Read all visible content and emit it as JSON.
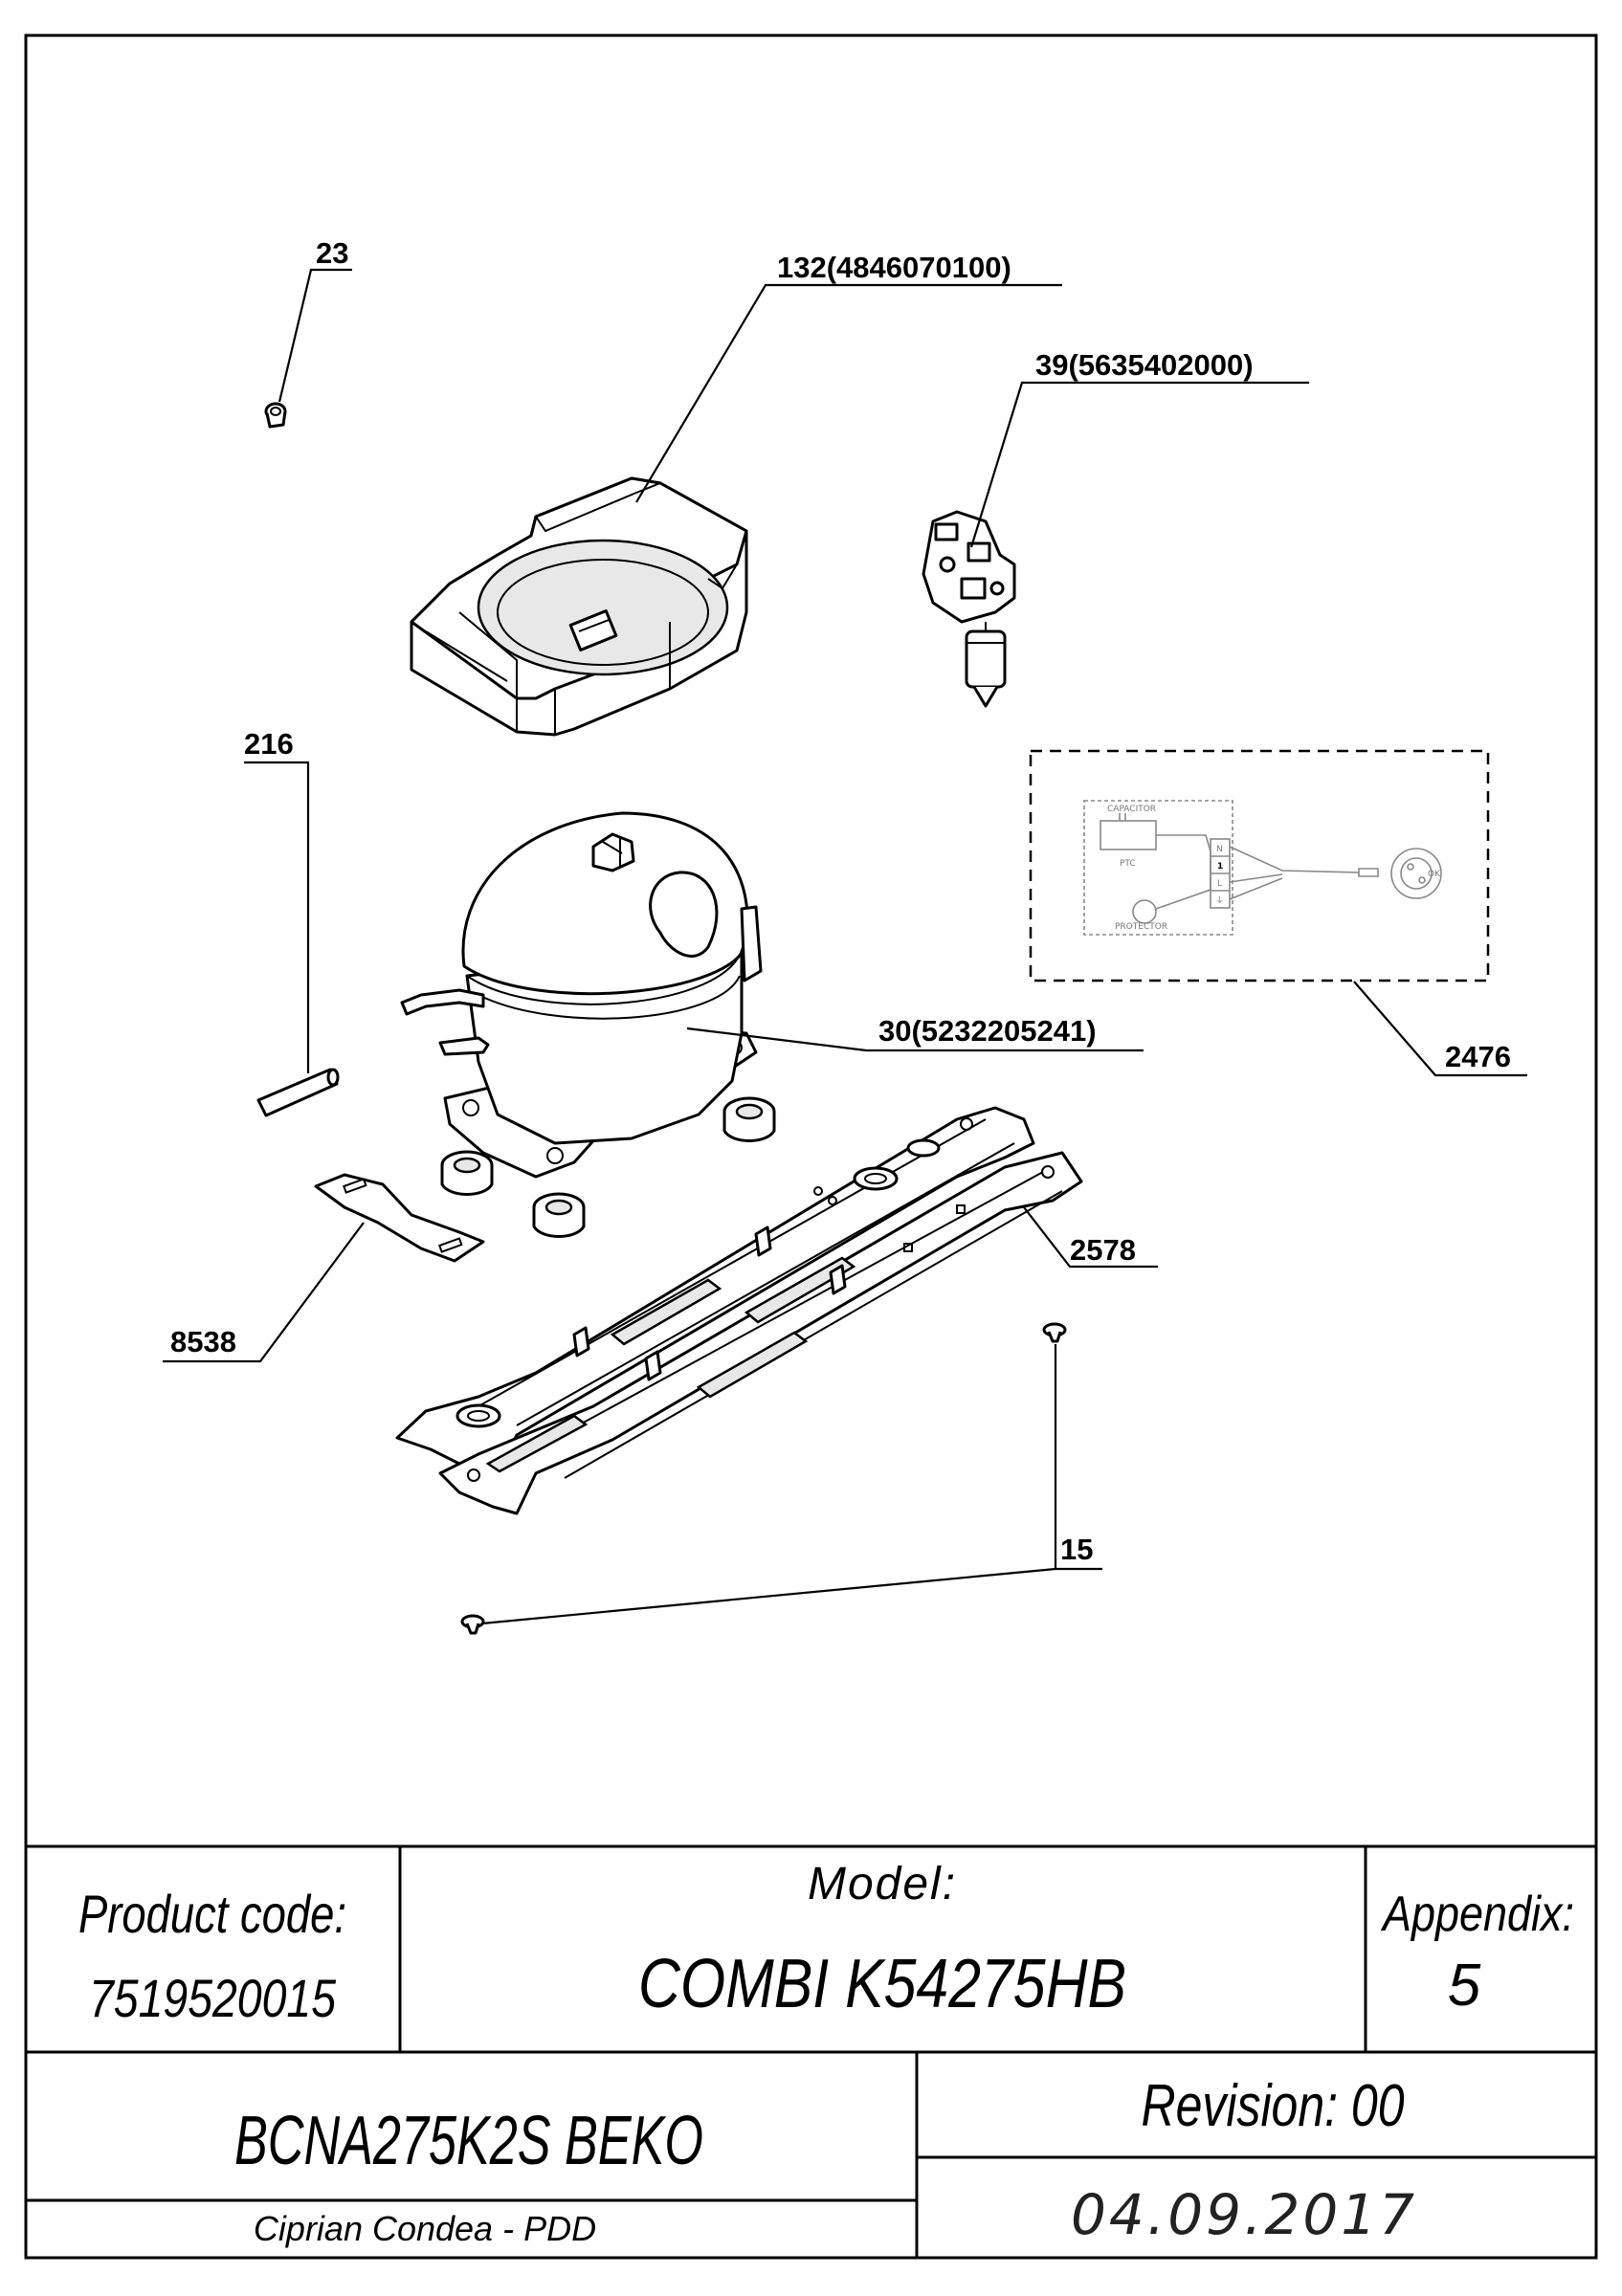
{
  "callouts": {
    "p23": "23",
    "p132": "132(4846070100)",
    "p39": "39(5635402000)",
    "p216": "216",
    "p2476": "2476",
    "p30": "30(5232205241)",
    "p2578": "2578",
    "p8538": "8538",
    "p15": "15"
  },
  "schematic": {
    "capacitor": "CAPACITOR",
    "ptc": "PTC",
    "protector": "PROTECTOR",
    "term_n": "N",
    "term_1": "1",
    "term_l": "L",
    "term_g": "⏚",
    "plug_label": "OK"
  },
  "title_block": {
    "product_code_label": "Product code:",
    "product_code_value": "7519520015",
    "model_label": "Model:",
    "model_value": "COMBI K54275HB",
    "appendix_label": "Appendix:",
    "appendix_value": "5",
    "product_name": "BCNA275K2S BEKO",
    "revision": "Revision: 00",
    "author": "Ciprian Condea - PDD",
    "date": "04.09.2017"
  }
}
